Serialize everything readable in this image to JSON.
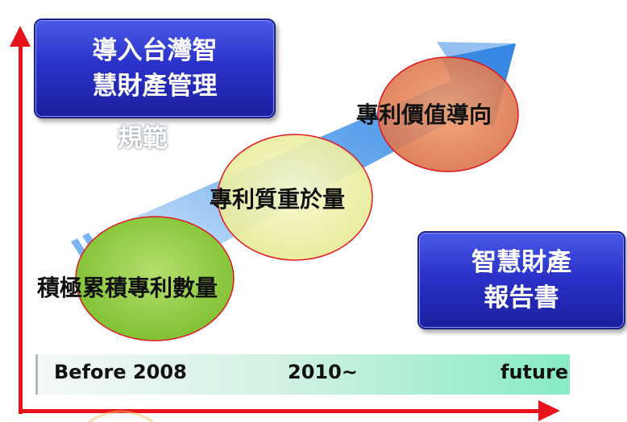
{
  "box_top": {
    "line1": "導入台灣智",
    "line2": "慧財產管理",
    "overflow": "規範"
  },
  "box_right": {
    "line1": "智慧財產",
    "line2": "報告書"
  },
  "stages": [
    {
      "label": "積極累積專利數量"
    },
    {
      "label": "專利質重於量"
    },
    {
      "label": "專利價值導向"
    }
  ],
  "timeline": {
    "t1": "Before 2008",
    "t2": "2010~",
    "t3": "future"
  },
  "colors": {
    "axis": "#e8141c",
    "arrow": "#3d8fe6",
    "box": "#2b32c9",
    "circle_green": "#8cc63f",
    "circle_yellow": "#f0f0a0",
    "circle_orange": "#e8825a",
    "circle_border": "#e3161e"
  }
}
